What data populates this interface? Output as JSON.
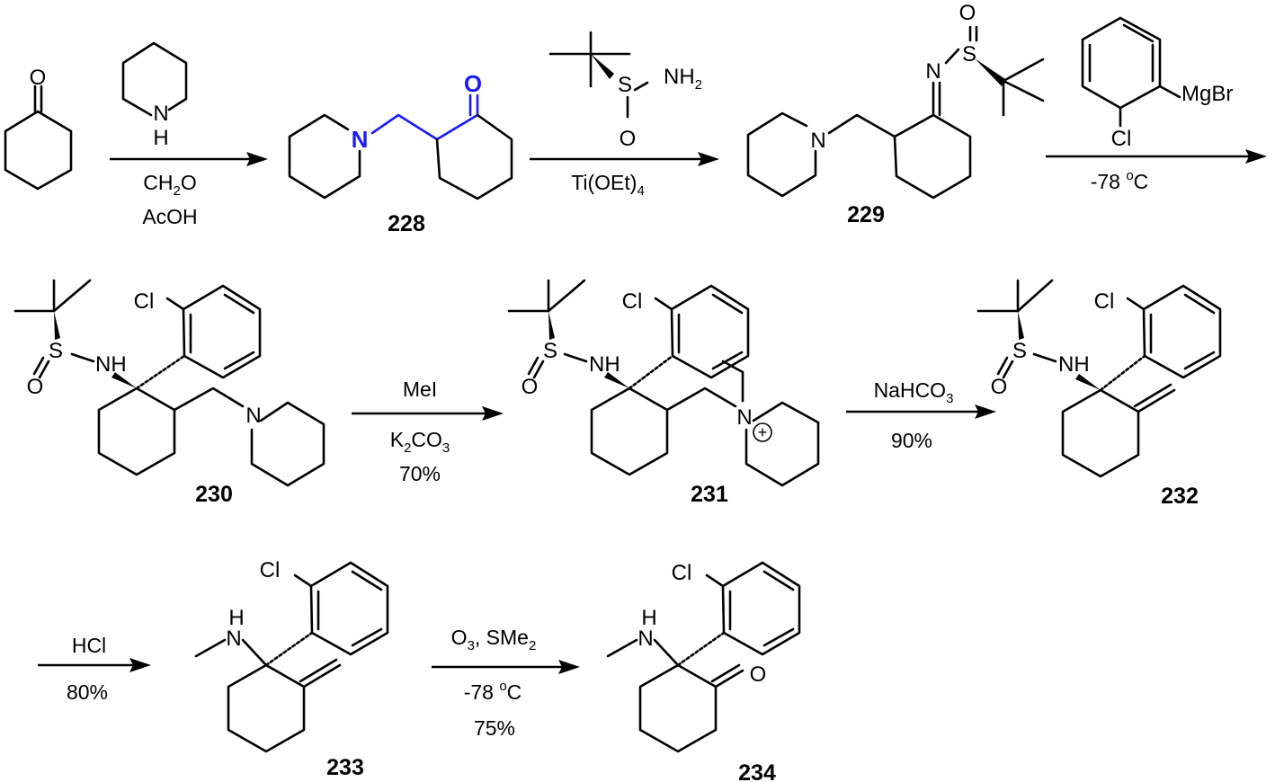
{
  "compounds": {
    "228": "228",
    "229": "229",
    "230": "230",
    "231": "231",
    "232": "232",
    "233": "233",
    "234": "234"
  },
  "atoms": {
    "O": "O",
    "N": "N",
    "H": "H",
    "NH": "NH",
    "S": "S",
    "Cl": "Cl",
    "MgBr": "MgBr",
    "NH2_main": "NH",
    "NH2_sub": "2",
    "charge": "+"
  },
  "steps": {
    "step1": {
      "line1_main": "CH",
      "line1_sub": "2",
      "line1_tail": "O",
      "line2": "AcOH"
    },
    "step2": {
      "line1_a": "Ti(OEt)",
      "line1_sub": "4"
    },
    "step3": {
      "line1": "-78 ",
      "line1_sup": "o",
      "line1_tail": "C"
    },
    "step4": {
      "line1": "MeI",
      "line2_a": "K",
      "line2_sub1": "2",
      "line2_b": "CO",
      "line2_sub2": "3",
      "line3": "70%"
    },
    "step5": {
      "line1_a": "NaHCO",
      "line1_sub": "3",
      "line2": "90%"
    },
    "step6": {
      "line1": "HCl",
      "line2": "80%"
    },
    "step7": {
      "line1_a": "O",
      "line1_sub1": "3",
      "line1_b": ", SMe",
      "line1_sub2": "2",
      "line2": "-78 ",
      "line2_sup": "o",
      "line2_tail": "C",
      "line3": "75%"
    }
  }
}
